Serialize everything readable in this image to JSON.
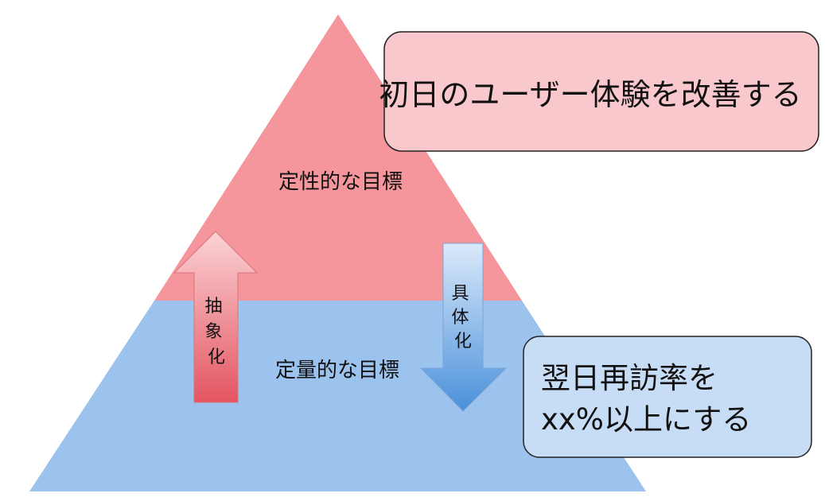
{
  "diagram": {
    "upper_label": "定性的な目標",
    "lower_label": "定量的な目標",
    "up_arrow_label": "抽象化",
    "down_arrow_label": "具体化",
    "qualitative_box_text": "初日のユーザー体験を改善する",
    "quantitative_box_text_line1": "翌日再訪率を",
    "quantitative_box_text_line2": "xx%以上にする"
  },
  "colors": {
    "upper_fill": "#f4969b",
    "lower_fill": "#9cc3ee",
    "qualitative_box_fill": "#f9c8cc",
    "quantitative_box_fill": "#c7dcf5",
    "up_arrow_top": "#fbd3d6",
    "up_arrow_bottom": "#e35561",
    "down_arrow_top": "#dbe9fa",
    "down_arrow_bottom": "#4a90da",
    "outline": "#222222"
  }
}
